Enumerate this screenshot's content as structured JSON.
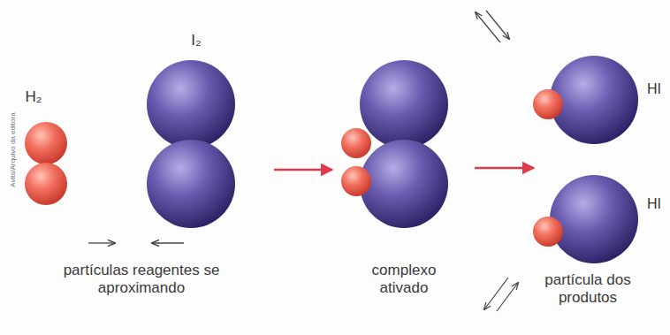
{
  "diagram": {
    "labels": [
      "Avits/Arquivo da editora",
      "H₂",
      "I₂",
      "partículas reagentes se aproximando",
      "complexo ativado",
      "HI",
      "HI",
      "partícula dos produtos"
    ]
  }
}
